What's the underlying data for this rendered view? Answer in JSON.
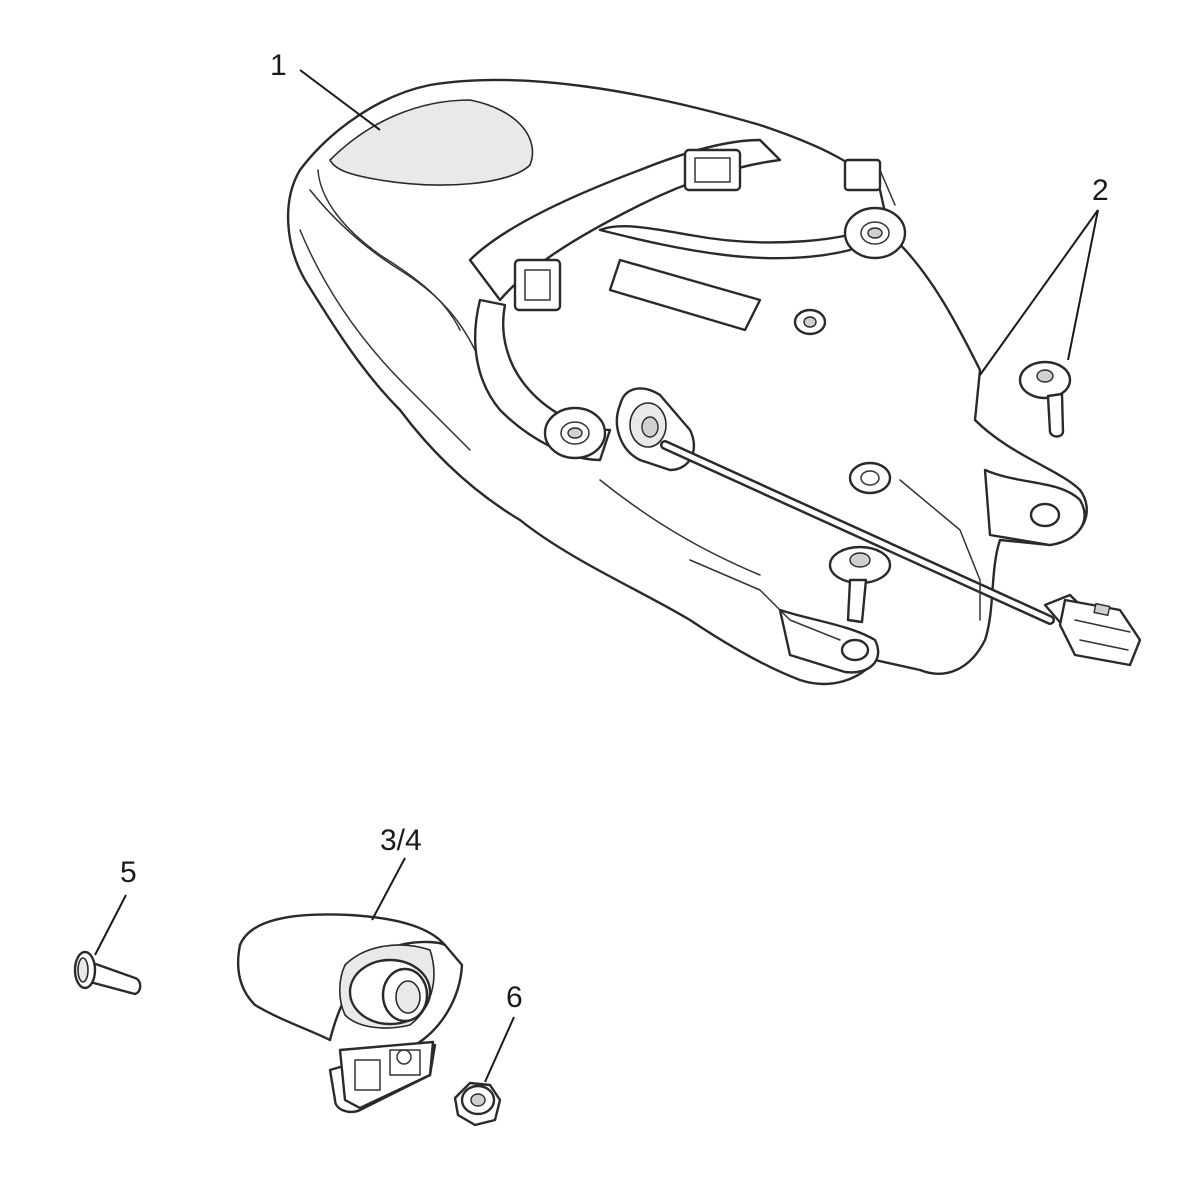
{
  "diagram": {
    "callouts": [
      {
        "id": "c1",
        "label": "1"
      },
      {
        "id": "c2",
        "label": "2"
      },
      {
        "id": "c34",
        "label": "3/4"
      },
      {
        "id": "c5",
        "label": "5"
      },
      {
        "id": "c6",
        "label": "6"
      }
    ]
  }
}
